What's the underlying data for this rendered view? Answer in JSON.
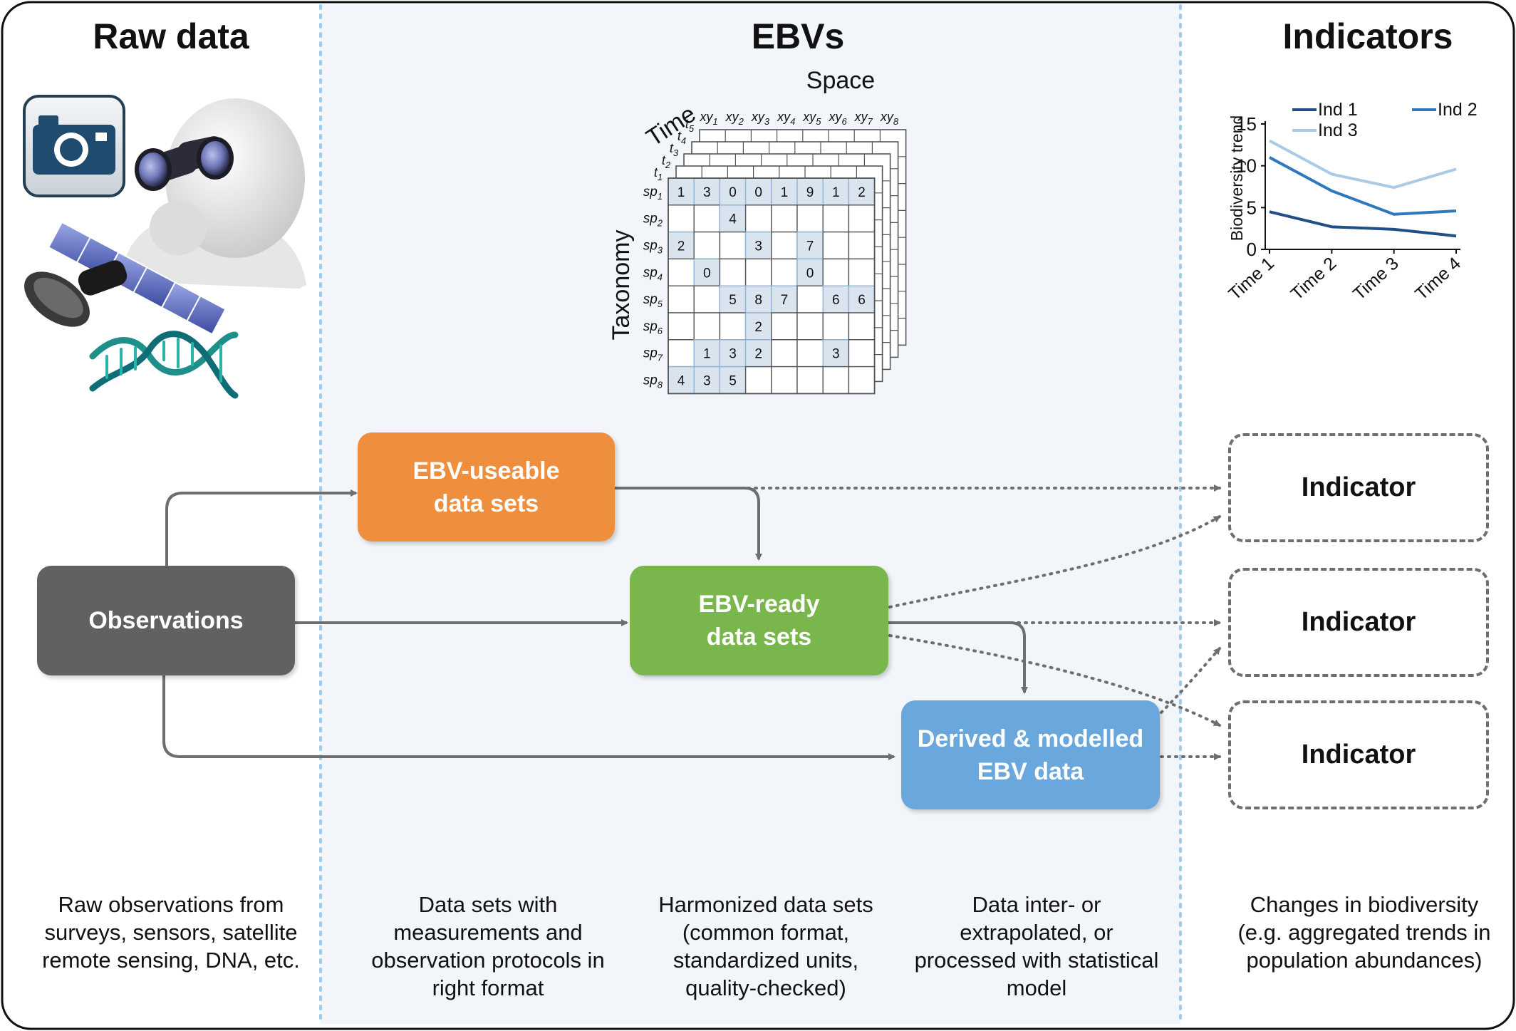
{
  "columns": {
    "raw": "Raw data",
    "ebvs": "EBVs",
    "indicators": "Indicators"
  },
  "cube": {
    "space_label": "Space",
    "time_label": "Time",
    "taxonomy_label": "Taxonomy",
    "space_ticks": [
      "xy1",
      "xy2",
      "xy3",
      "xy4",
      "xy5",
      "xy6",
      "xy7",
      "xy8"
    ],
    "time_ticks": [
      "t1",
      "t2",
      "t3",
      "t4",
      "t5"
    ],
    "species": [
      "sp1",
      "sp2",
      "sp3",
      "sp4",
      "sp5",
      "sp6",
      "sp7",
      "sp8"
    ],
    "grid": [
      [
        "1",
        "3",
        "0",
        "0",
        "1",
        "9",
        "1",
        "2"
      ],
      [
        "",
        "",
        "4",
        "",
        "",
        "",
        "",
        ""
      ],
      [
        "2",
        "",
        "",
        "3",
        "",
        "7",
        "",
        ""
      ],
      [
        "",
        "0",
        "",
        "",
        "",
        "0",
        "",
        ""
      ],
      [
        "",
        "",
        "5",
        "8",
        "7",
        "",
        "6",
        "6"
      ],
      [
        "",
        "",
        "",
        "2",
        "",
        "",
        "",
        ""
      ],
      [
        "",
        "1",
        "3",
        "2",
        "",
        "",
        "3",
        ""
      ],
      [
        "4",
        "3",
        "5",
        "",
        "",
        "",
        "",
        ""
      ]
    ]
  },
  "chart_data": {
    "type": "line",
    "ylabel": "Biodiversity trend",
    "xlabel": "",
    "categories": [
      "Time 1",
      "Time 2",
      "Time 3",
      "Time 4"
    ],
    "ylim": [
      0,
      15
    ],
    "yticks": [
      0,
      5,
      10,
      15
    ],
    "legend_position": "top",
    "series": [
      {
        "name": "Ind 1",
        "color": "#1f4f86",
        "values": [
          4.5,
          2.7,
          2.4,
          1.6
        ]
      },
      {
        "name": "Ind 2",
        "color": "#2f78bd",
        "values": [
          11,
          7,
          4.2,
          4.6
        ]
      },
      {
        "name": "Ind 3",
        "color": "#a9cbe8",
        "values": [
          13,
          9,
          7.4,
          9.6
        ]
      }
    ]
  },
  "flow": {
    "observations": "Observations",
    "useable": [
      "EBV-useable",
      "data sets"
    ],
    "ready": [
      "EBV-ready",
      "data sets"
    ],
    "derived": [
      "Derived & modelled",
      "EBV data"
    ],
    "indicator": "Indicator"
  },
  "colors": {
    "observations": "#616161",
    "useable": "#ef8f3e",
    "ready": "#79b74d",
    "derived": "#6aa7dd",
    "panel": "#f2f6fb",
    "divider": "#9ecbea"
  },
  "captions": {
    "raw": [
      "Raw observations from",
      "surveys, sensors, satellite",
      "remote sensing, DNA, etc."
    ],
    "useable": [
      "Data sets with",
      "measurements and",
      "observation protocols in",
      "right format"
    ],
    "ready": [
      "Harmonized data sets",
      "(common format,",
      "standardized units,",
      "quality-checked)"
    ],
    "derived": [
      "Data inter- or",
      "extrapolated, or",
      "processed with statistical",
      "model"
    ],
    "indicators": [
      "Changes in biodiversity",
      "(e.g. aggregated trends in",
      "population abundances)"
    ]
  },
  "icons": [
    "camera-icon",
    "binoculars-person-icon",
    "satellite-icon",
    "dna-icon"
  ]
}
